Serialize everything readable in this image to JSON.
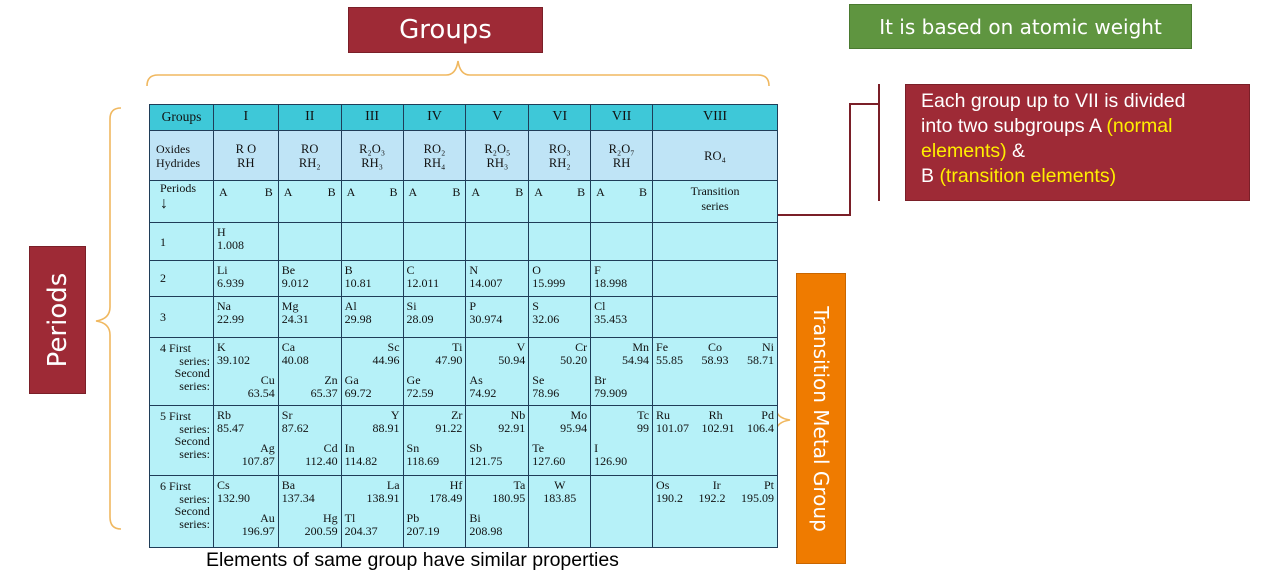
{
  "callouts": {
    "groups_title": "Groups",
    "atomic_weight_note": "It is based on atomic weight",
    "subgroup_note_line1": "Each group up to VII is divided",
    "subgroup_note_line2_a": "into two subgroups A ",
    "subgroup_note_line2_b": "(normal",
    "subgroup_note_line3_a": "elements)",
    "subgroup_note_line3_b": " &",
    "subgroup_note_line4_a": "B ",
    "subgroup_note_line4_b": "(transition elements)",
    "periods_title": "Periods",
    "transition_group_title": "Transition Metal Group",
    "footer": "Elements of same group have similar properties"
  },
  "table": {
    "header": {
      "first": "Groups",
      "groups": [
        "I",
        "II",
        "III",
        "IV",
        "V",
        "VI",
        "VII",
        "VIII"
      ]
    },
    "oxides": {
      "label1": "Oxides",
      "label2": "Hydrides",
      "formulas": [
        {
          "o": "R O",
          "h": "RH"
        },
        {
          "o": "RO",
          "h": "RH₂"
        },
        {
          "o": "R₂O₃",
          "h": "RH₃"
        },
        {
          "o": "RO₂",
          "h": "RH₄"
        },
        {
          "o": "R₂O₅",
          "h": "RH₃"
        },
        {
          "o": "RO₃",
          "h": "RH₂"
        },
        {
          "o": "R₂O₇",
          "h": "RH"
        },
        {
          "o": "RO₄",
          "h": ""
        }
      ]
    },
    "periods_row": {
      "label": "Periods",
      "arrow": "↓",
      "a": "A",
      "b": "B",
      "transition1": "Transition",
      "transition2": "series"
    },
    "rows": {
      "p1": {
        "label": "1",
        "H": "H",
        "H_w": "1.008"
      },
      "p2": {
        "label": "2",
        "c": [
          [
            "Li",
            "6.939"
          ],
          [
            "Be",
            "9.012"
          ],
          [
            "B",
            "10.81"
          ],
          [
            "C",
            "12.011"
          ],
          [
            "N",
            "14.007"
          ],
          [
            "O",
            "15.999"
          ],
          [
            "F",
            "18.998"
          ]
        ]
      },
      "p3": {
        "label": "3",
        "c": [
          [
            "Na",
            "22.99"
          ],
          [
            "Mg",
            "24.31"
          ],
          [
            "Al",
            "29.98"
          ],
          [
            "Si",
            "28.09"
          ],
          [
            "P",
            "30.974"
          ],
          [
            "S",
            "32.06"
          ],
          [
            "Cl",
            "35.453"
          ]
        ]
      },
      "p4": {
        "l1": "4 First",
        "l2": "series:",
        "l3": "Second",
        "l4": "series:",
        "first": [
          [
            "K",
            "39.102"
          ],
          [
            "Ca",
            "40.08"
          ],
          [
            "Sc",
            "44.96"
          ],
          [
            "Ti",
            "47.90"
          ],
          [
            "V",
            "50.94"
          ],
          [
            "Cr",
            "50.20"
          ],
          [
            "Mn",
            "54.94"
          ]
        ],
        "second": [
          [
            "Cu",
            "63.54"
          ],
          [
            "Zn",
            "65.37"
          ],
          [
            "Ga",
            "69.72"
          ],
          [
            "Ge",
            "72.59"
          ],
          [
            "As",
            "74.92"
          ],
          [
            "Se",
            "78.96"
          ],
          [
            "Br",
            "79.909"
          ]
        ],
        "viii": [
          [
            "Fe",
            "55.85"
          ],
          [
            "Co",
            "58.93"
          ],
          [
            "Ni",
            "58.71"
          ]
        ]
      },
      "p5": {
        "l1": "5 First",
        "l2": "series:",
        "l3": "Second",
        "l4": "series:",
        "first": [
          [
            "Rb",
            "85.47"
          ],
          [
            "Sr",
            "87.62"
          ],
          [
            "Y",
            "88.91"
          ],
          [
            "Zr",
            "91.22"
          ],
          [
            "Nb",
            "92.91"
          ],
          [
            "Mo",
            "95.94"
          ],
          [
            "Tc",
            "99"
          ]
        ],
        "second": [
          [
            "Ag",
            "107.87"
          ],
          [
            "Cd",
            "112.40"
          ],
          [
            "In",
            "114.82"
          ],
          [
            "Sn",
            "118.69"
          ],
          [
            "Sb",
            "121.75"
          ],
          [
            "Te",
            "127.60"
          ],
          [
            "I",
            "126.90"
          ]
        ],
        "viii": [
          [
            "Ru",
            "101.07"
          ],
          [
            "Rh",
            "102.91"
          ],
          [
            "Pd",
            "106.4"
          ]
        ]
      },
      "p6": {
        "l1": "6 First",
        "l2": "series:",
        "l3": "Second",
        "l4": "series:",
        "first": [
          [
            "Cs",
            "132.90"
          ],
          [
            "Ba",
            "137.34"
          ],
          [
            "La",
            "138.91"
          ],
          [
            "Hf",
            "178.49"
          ],
          [
            "Ta",
            "180.95"
          ],
          [
            "W",
            "183.85"
          ]
        ],
        "second": [
          [
            "Au",
            "196.97"
          ],
          [
            "Hg",
            "200.59"
          ],
          [
            "Tl",
            "204.37"
          ],
          [
            "Pb",
            "207.19"
          ],
          [
            "Bi",
            "208.98"
          ]
        ],
        "viii": [
          [
            "Os",
            "190.2"
          ],
          [
            "Ir",
            "192.2"
          ],
          [
            "Pt",
            "195.09"
          ]
        ]
      }
    }
  },
  "colors": {
    "callout_red": "#9e2a36",
    "callout_green": "#5f9540",
    "callout_orange": "#ef7b00",
    "header_cyan": "#3ec8d8",
    "cell_light_cyan": "#b6f1f8",
    "oxide_row_blue": "#bfe4f6",
    "brace_orange": "#f0b860",
    "note_yellow": "#ffee00"
  }
}
